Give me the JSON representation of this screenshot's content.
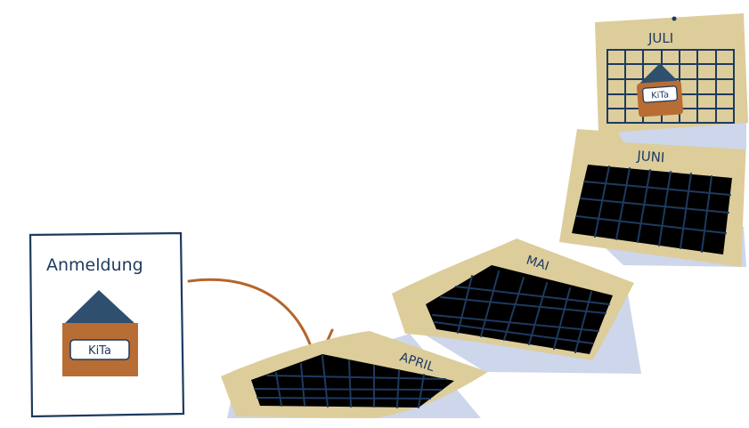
{
  "form": {
    "title": "Anmeldung",
    "house_label": "KiTa"
  },
  "calendars": [
    {
      "month": "APRIL"
    },
    {
      "month": "MAI"
    },
    {
      "month": "JUNI"
    },
    {
      "month": "JULI",
      "house_label": "KiTa"
    }
  ],
  "colors": {
    "outline": "#1e3a5f",
    "roof": "#2f4f6f",
    "house": "#b86d34",
    "calendar_paper": "#dccd9b",
    "calendar_shadow": "#cdd6ea",
    "arrow": "#b5652c"
  }
}
